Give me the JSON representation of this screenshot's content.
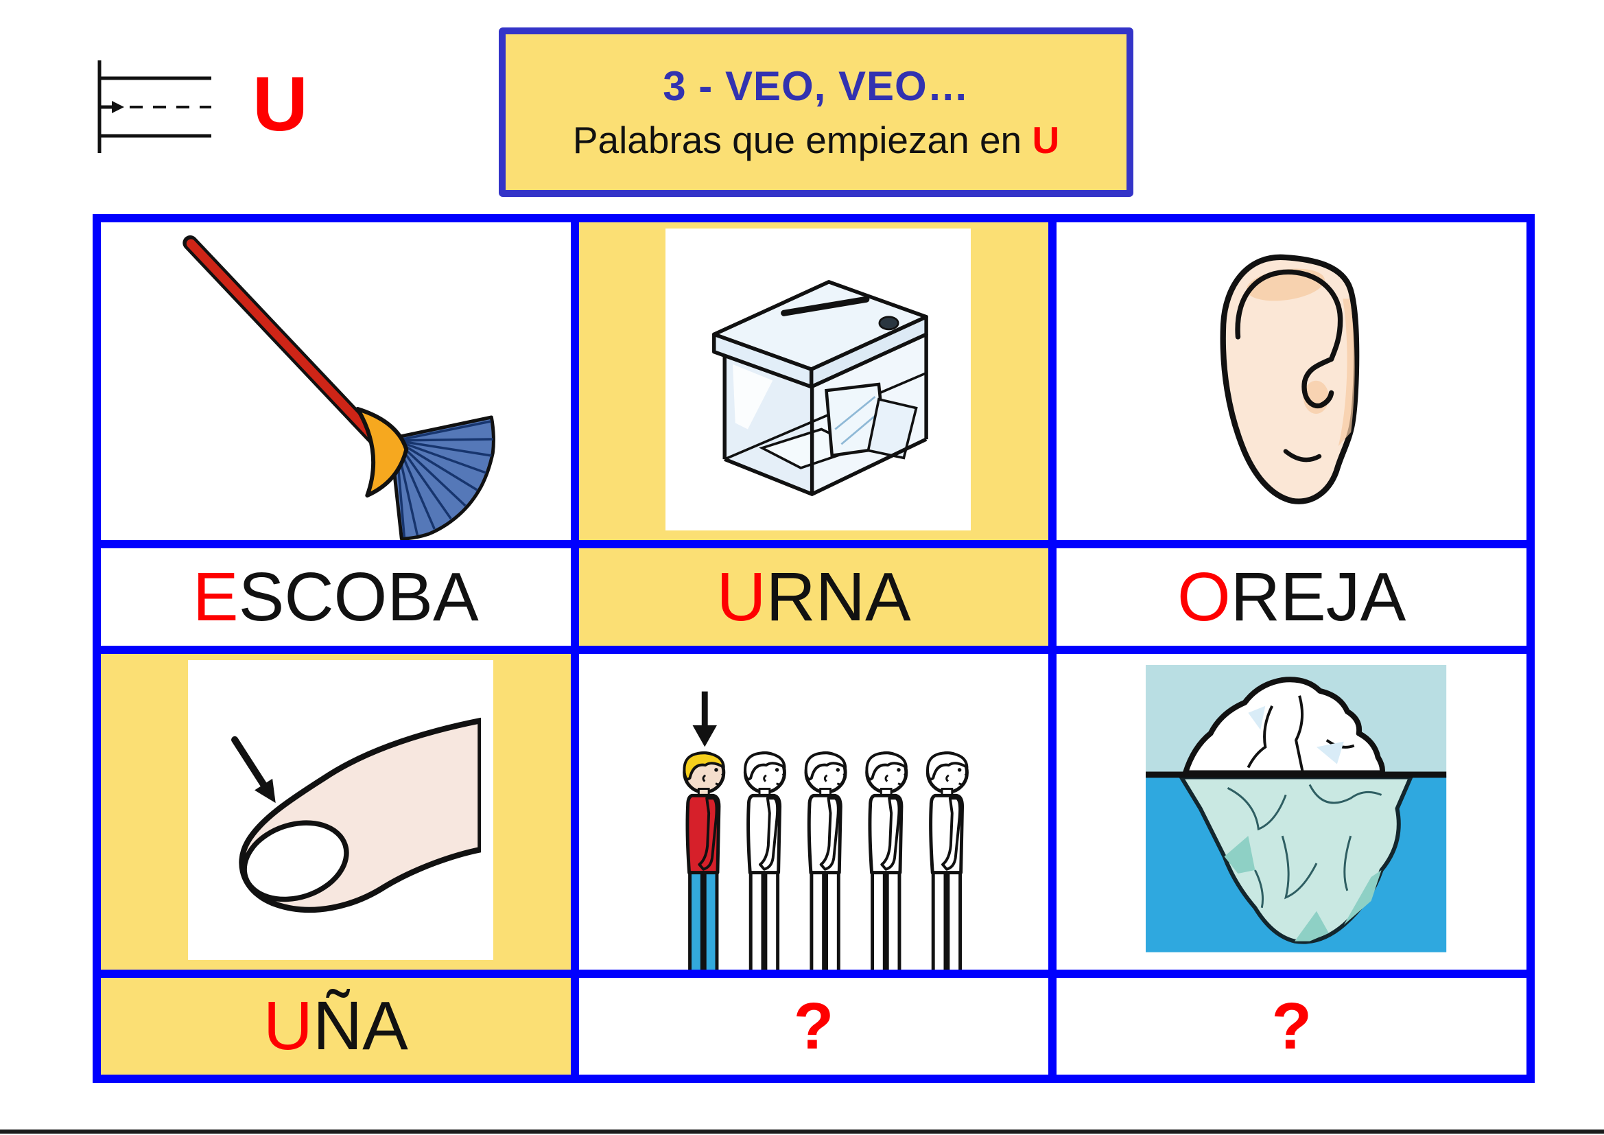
{
  "page": {
    "letter": "U",
    "title_line1": "3 - VEO, VEO…",
    "title_line2_prefix": "Palabras que empiezan en ",
    "title_line2_letter": "U"
  },
  "cards": [
    {
      "word": "ESCOBA",
      "initial": "E",
      "rest": "SCOBA",
      "image": "broom",
      "highlighted": false
    },
    {
      "word": "URNA",
      "initial": "U",
      "rest": "RNA",
      "image": "ballot-box",
      "highlighted": true
    },
    {
      "word": "OREJA",
      "initial": "O",
      "rest": "REJA",
      "image": "ear",
      "highlighted": false
    },
    {
      "word": "UÑA",
      "initial": "U",
      "rest": "ÑA",
      "image": "fingernail",
      "highlighted": true
    },
    {
      "word": "?",
      "initial": "?",
      "rest": "",
      "image": "queue-of-people",
      "highlighted": false
    },
    {
      "word": "?",
      "initial": "?",
      "rest": "",
      "image": "iceberg",
      "highlighted": false
    }
  ],
  "colors": {
    "grid_blue": "#0000FE",
    "panel_yellow": "#FBDF74",
    "accent_red": "#FE0000",
    "title_border_blue": "#3434C8",
    "title_text_blue": "#3232B0",
    "text_black": "#111111"
  }
}
